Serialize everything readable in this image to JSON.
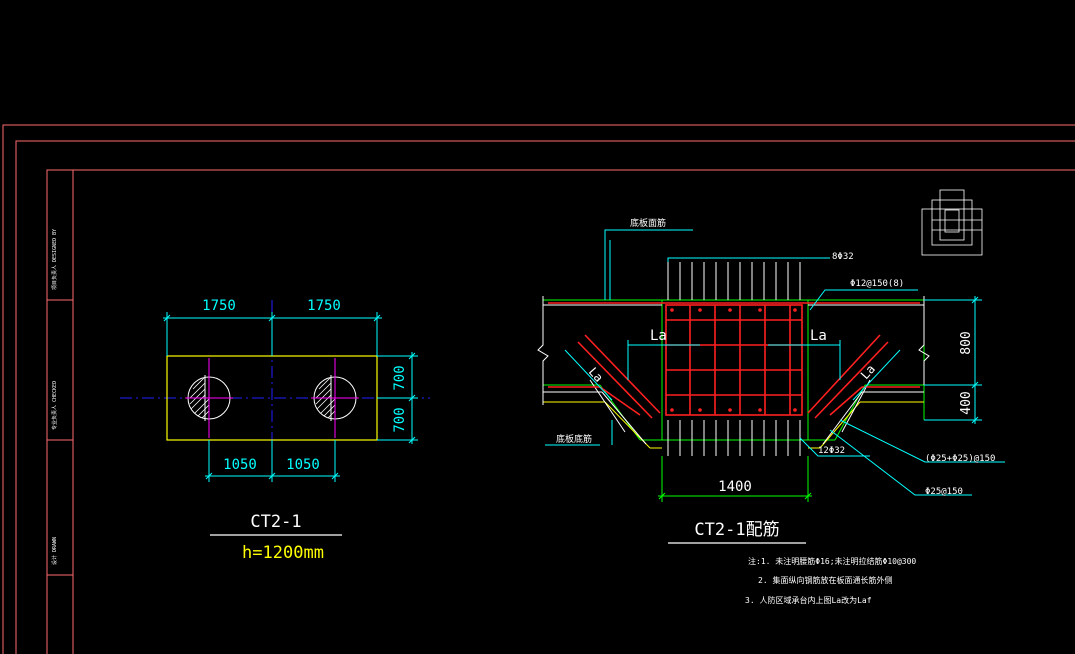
{
  "colors": {
    "background": "#000000",
    "frame": "#ff6b6b",
    "dimension": "#00ffff",
    "outline": "#ffff00",
    "rebar": "#ff2020",
    "structure": "#ffffff",
    "concrete": "#00ff00",
    "axis": "#2020ff",
    "magenta": "#ff00ff"
  },
  "title_strip": {
    "labels": [
      "项目负责人 DESIGNED BY",
      "专业负责人 CHECKED",
      "设计 DRAWN"
    ]
  },
  "left_plan": {
    "dims_top": [
      "1750",
      "1750"
    ],
    "dims_bottom": [
      "1050",
      "1050"
    ],
    "dims_right": [
      "700",
      "700"
    ],
    "title": "CT2-1",
    "subtitle": "h=1200mm"
  },
  "section": {
    "title": "CT2-1配筋",
    "label_top_rebar": "底板面筋",
    "label_bottom_rebar": "底板底筋",
    "label_top_bars": "8Φ32",
    "label_stirrup": "Φ12@150(8)",
    "la_left": "La",
    "la_right": "La",
    "la_slope_left": "La",
    "la_slope_right": "La",
    "dim_height_top": "800",
    "dim_height_bottom": "400",
    "label_bottom_bars": "12Φ32",
    "label_pair_bars": "(Φ25+Φ25)@150",
    "label_single_bars": "Φ25@150",
    "dim_width": "1400"
  },
  "notes": {
    "line1": "注:1. 未注明腰筋Φ16;未注明拉结筋Φ10@300",
    "line2": "2. 集面纵向钢筋放在板面通长筋外侧",
    "line3": "3. 人防区域承台内上图La改为Laf"
  }
}
